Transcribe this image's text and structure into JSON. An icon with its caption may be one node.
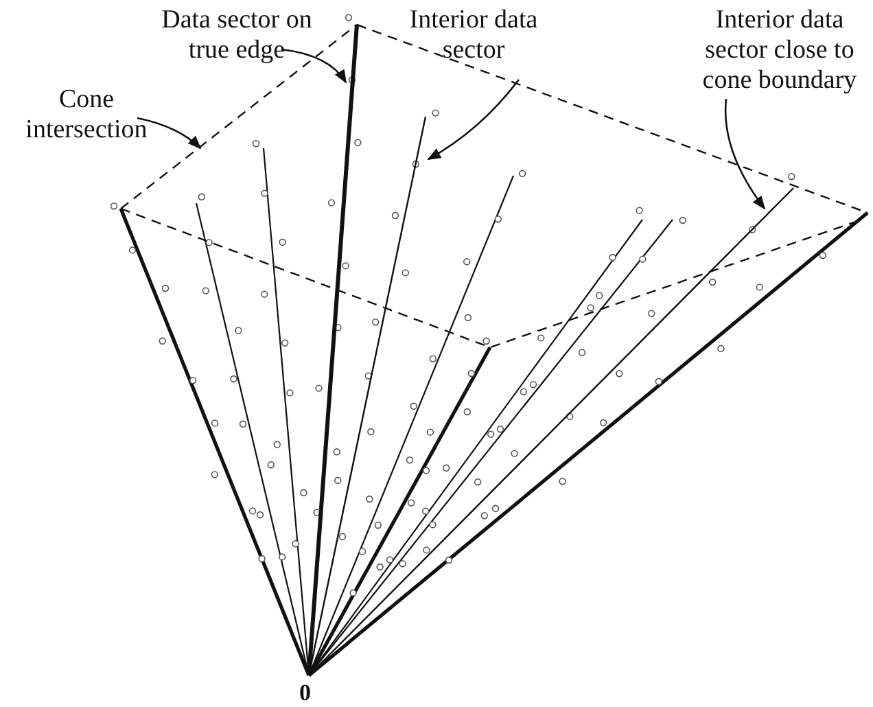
{
  "diagram": {
    "nodes": [
      {
        "text": [
          "Data sector on true edge"
        ]
      },
      {
        "text": [],
        "shape": "line"
      },
      {
        "text": [
          "Interior data sector"
        ]
      },
      {
        "text": [],
        "shape": "line"
      },
      {
        "text": [
          "Cone intersection"
        ]
      },
      {
        "text": [],
        "shape": "line"
      },
      {
        "text": [
          "Interior data sector close to cone boundary"
        ]
      },
      {
        "text": [],
        "shape": "line"
      }
    ],
    "edges": [
      {
        "from": 0,
        "to": 1,
        "arrow": "to"
      },
      {
        "from": 2,
        "to": 3,
        "arrow": "to"
      },
      {
        "from": 4,
        "to": 5,
        "arrow": "to"
      },
      {
        "from": 6,
        "to": 7,
        "arrow": "to"
      }
    ],
    "labels": [
      "0"
    ]
  }
}
